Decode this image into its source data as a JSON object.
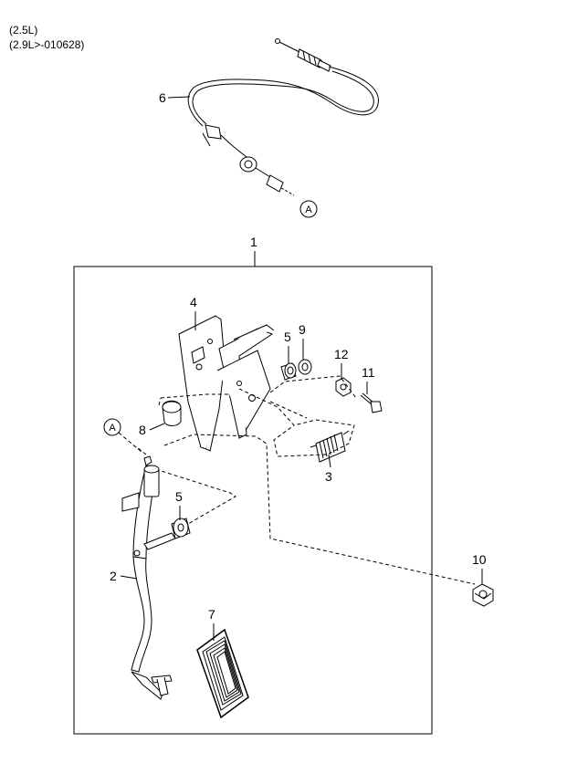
{
  "header": {
    "line1": "(2.5L)",
    "line2": "(2.9L>-010628)"
  },
  "callouts": {
    "c1": "1",
    "c2": "2",
    "c3": "3",
    "c4": "4",
    "c5a": "5",
    "c5b": "5",
    "c6": "6",
    "c7": "7",
    "c8": "8",
    "c9": "9",
    "c10": "10",
    "c11": "11",
    "c12": "12"
  },
  "refs": {
    "top": "A",
    "left": "A"
  }
}
